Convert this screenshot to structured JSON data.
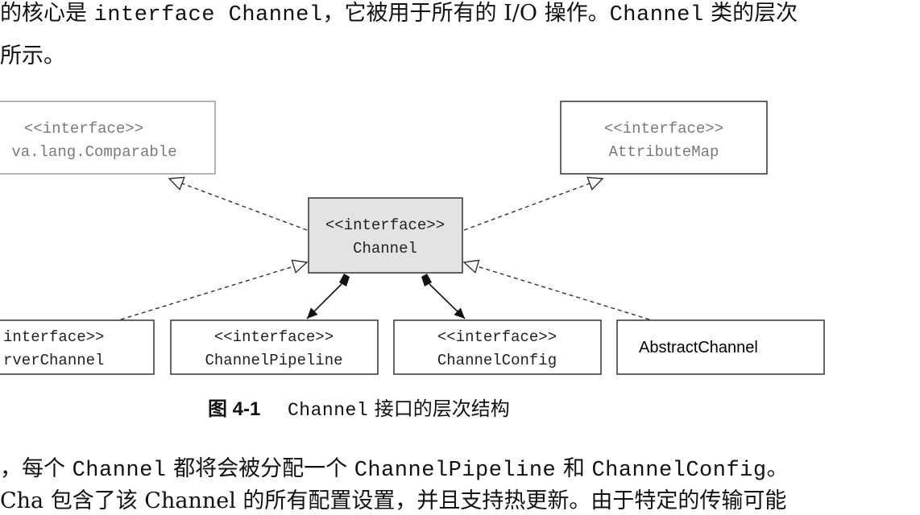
{
  "paragraph_top": {
    "line1_a": "的核心是",
    "line1_code1": "interface Channel",
    "line1_b": "，它被用于所有的 I/O 操作。",
    "line1_code2": "Channel",
    "line1_c": "类的层次",
    "line2": "所示。"
  },
  "diagram": {
    "comparable": {
      "stereotype": "<<interface>>",
      "name": "va.lang.Comparable"
    },
    "attribute_map": {
      "stereotype": "<<interface>>",
      "name": "AttributeMap"
    },
    "channel": {
      "stereotype": "<<interface>>",
      "name": "Channel"
    },
    "server_channel": {
      "stereotype": "interface>>",
      "name": "rverChannel"
    },
    "channel_pipeline": {
      "stereotype": "<<interface>>",
      "name": "ChannelPipeline"
    },
    "channel_config": {
      "stereotype": "<<interface>>",
      "name": "ChannelConfig"
    },
    "abstract_channel": {
      "name": "AbstractChannel"
    },
    "colors": {
      "channel_fill": "#e3e3e3",
      "gray_border": "#9a9a9a",
      "line": "#333333"
    }
  },
  "caption": {
    "number": "图 4-1",
    "code": "Channel",
    "text": "接口的层次结构"
  },
  "paragraph_bottom": {
    "line1_a": "，每个",
    "line1_code1": "Channel",
    "line1_b": "都将会被分配一个",
    "line1_code2": "ChannelPipeline",
    "line1_c": "和",
    "line1_code3": "ChannelConfig",
    "line1_d": "。",
    "line2": "Cha 包含了该 Channel 的所有配置设置，并且支持热更新。由于特定的传输可能"
  }
}
